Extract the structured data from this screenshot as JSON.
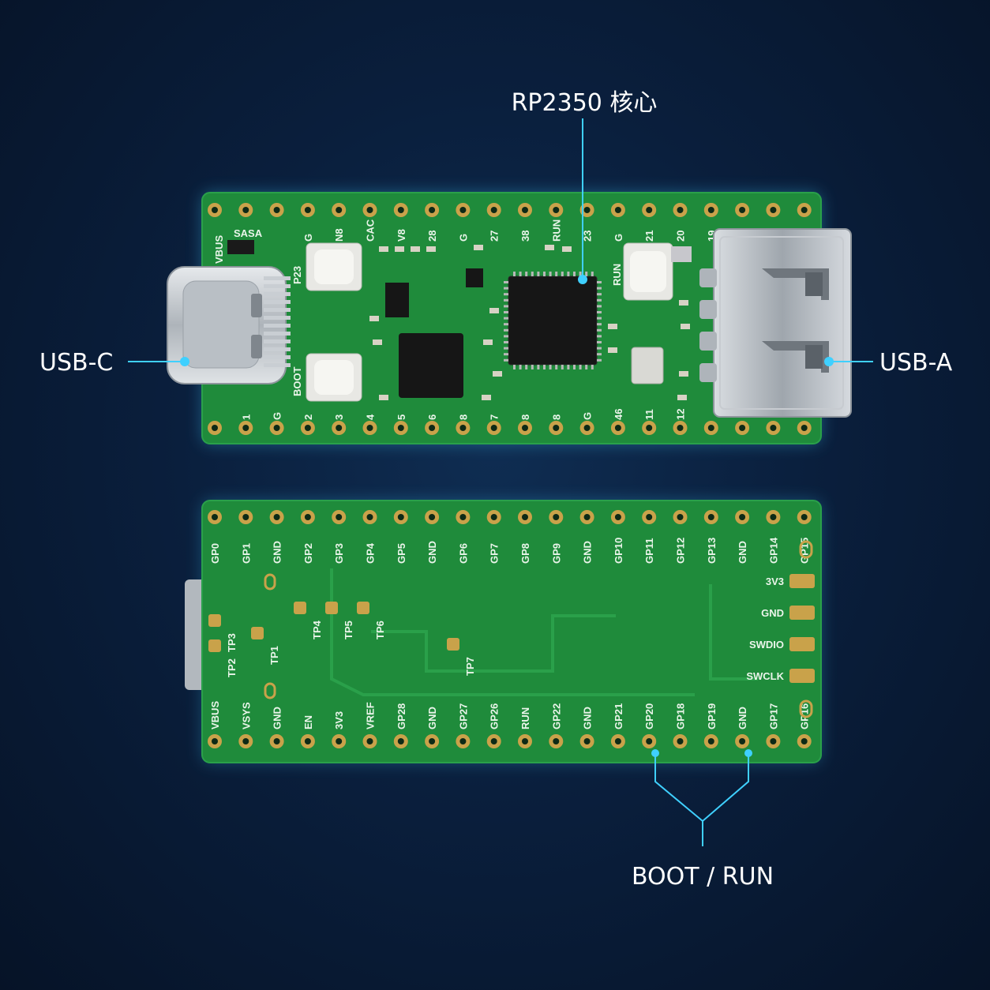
{
  "callouts": {
    "chip": "RP2350 核心",
    "usb_c": "USB-C",
    "usb_a": "USB-A",
    "boot_run": "BOOT / RUN"
  },
  "top_board": {
    "silk": {
      "vbus": "VBUS",
      "sasa": "SASA",
      "boot": "BOOT",
      "run": "RUN",
      "p23": "P23"
    },
    "top_row_labels": [
      "",
      "",
      "",
      "G",
      "N8",
      "CAC",
      "V8",
      "28",
      "G",
      "27",
      "38",
      "RUN",
      "23",
      "G",
      "21",
      "20",
      "19",
      "",
      "",
      ""
    ],
    "bottom_row_labels": [
      "",
      "1",
      "G",
      "2",
      "3",
      "4",
      "5",
      "6",
      "8",
      "7",
      "8",
      "8",
      "G",
      "46",
      "11",
      "12",
      "",
      "",
      "",
      ""
    ]
  },
  "bottom_board": {
    "top_row_labels": [
      "GP0",
      "GP1",
      "GND",
      "GP2",
      "GP3",
      "GP4",
      "GP5",
      "GND",
      "GP6",
      "GP7",
      "GP8",
      "GP9",
      "GND",
      "GP10",
      "GP11",
      "GP12",
      "GP13",
      "GND",
      "GP14",
      "GP15"
    ],
    "bottom_row_labels": [
      "VBUS",
      "VSYS",
      "GND",
      "EN",
      "3V3",
      "VREF",
      "GP28",
      "GND",
      "GP27",
      "GP26",
      "RUN",
      "GP22",
      "GND",
      "GP21",
      "GP20",
      "GP18",
      "GP19",
      "GND",
      "GP17",
      "GP16"
    ],
    "test_points": [
      "TP1",
      "TP2",
      "TP3",
      "TP4",
      "TP5",
      "TP6",
      "TP7"
    ],
    "debug_pads": [
      "3V3",
      "GND",
      "SWDIO",
      "SWCLK"
    ]
  },
  "colors": {
    "pcb": "#1e8a3a",
    "pcb_dark": "#16712f",
    "gold": "#c9a24a",
    "accent": "#3fd0ff",
    "silver": "#c7ccd1"
  }
}
